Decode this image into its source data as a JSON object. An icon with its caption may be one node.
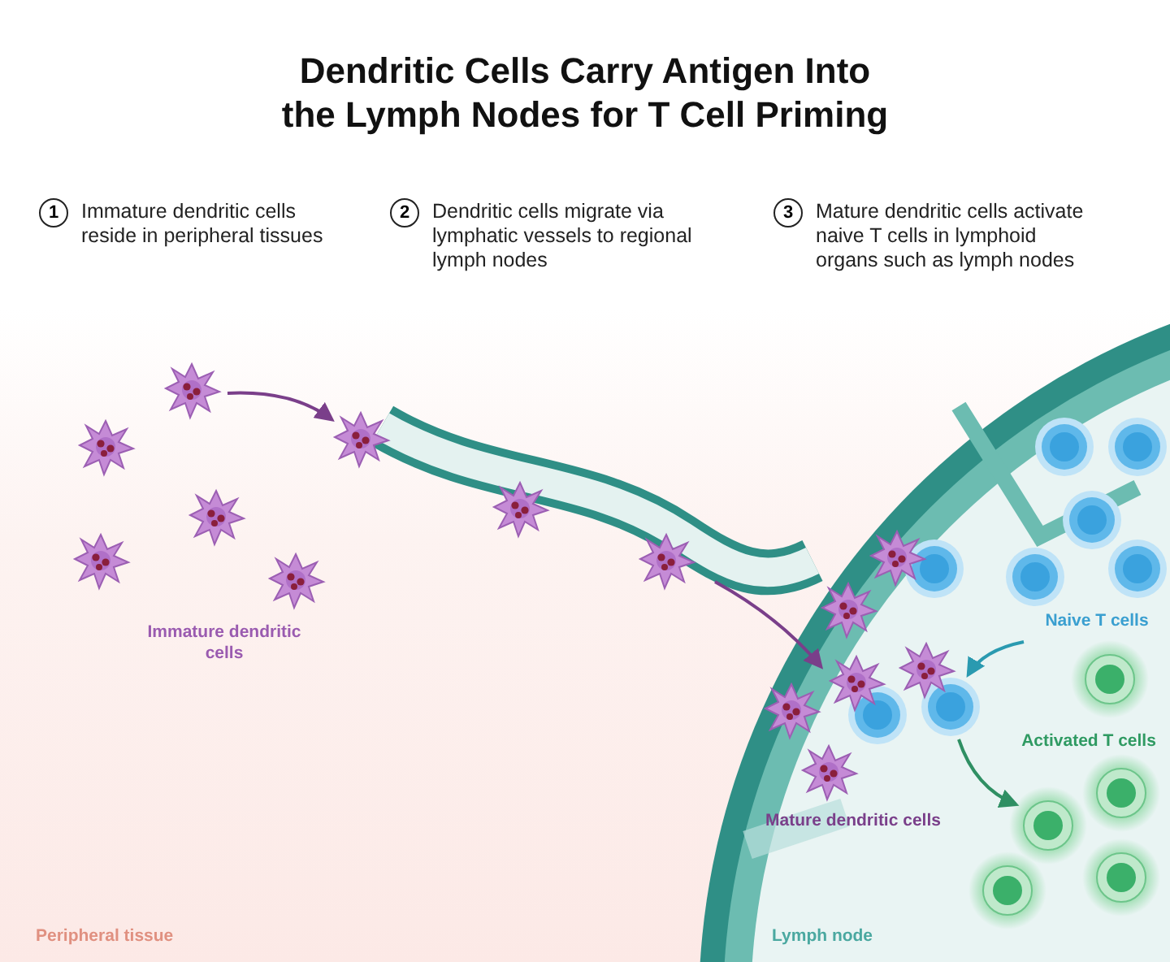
{
  "diagram": {
    "title": "Dendritic Cells Carry Antigen Into the Lymph Nodes for T Cell Priming",
    "nodes": [
      {
        "text": [
          "1"
        ],
        "beside": [
          "Immature dendritic cells reside in peripheral tissues"
        ]
      },
      {
        "text": [
          "2"
        ],
        "beside": [
          "Dendritic cells migrate via lymphatic vessels to regional lymph nodes"
        ]
      },
      {
        "text": [
          "3"
        ],
        "beside": [
          "Mature dendritic cells activate naive T cells in lymphoid organs such as lymph nodes"
        ]
      }
    ],
    "edges": [],
    "labels": [
      "Immature dendritic cells",
      "Naive T cells",
      "Activated T cells",
      "Mature dendritic cells",
      "Peripheral tissue",
      "Lymph node"
    ]
  }
}
